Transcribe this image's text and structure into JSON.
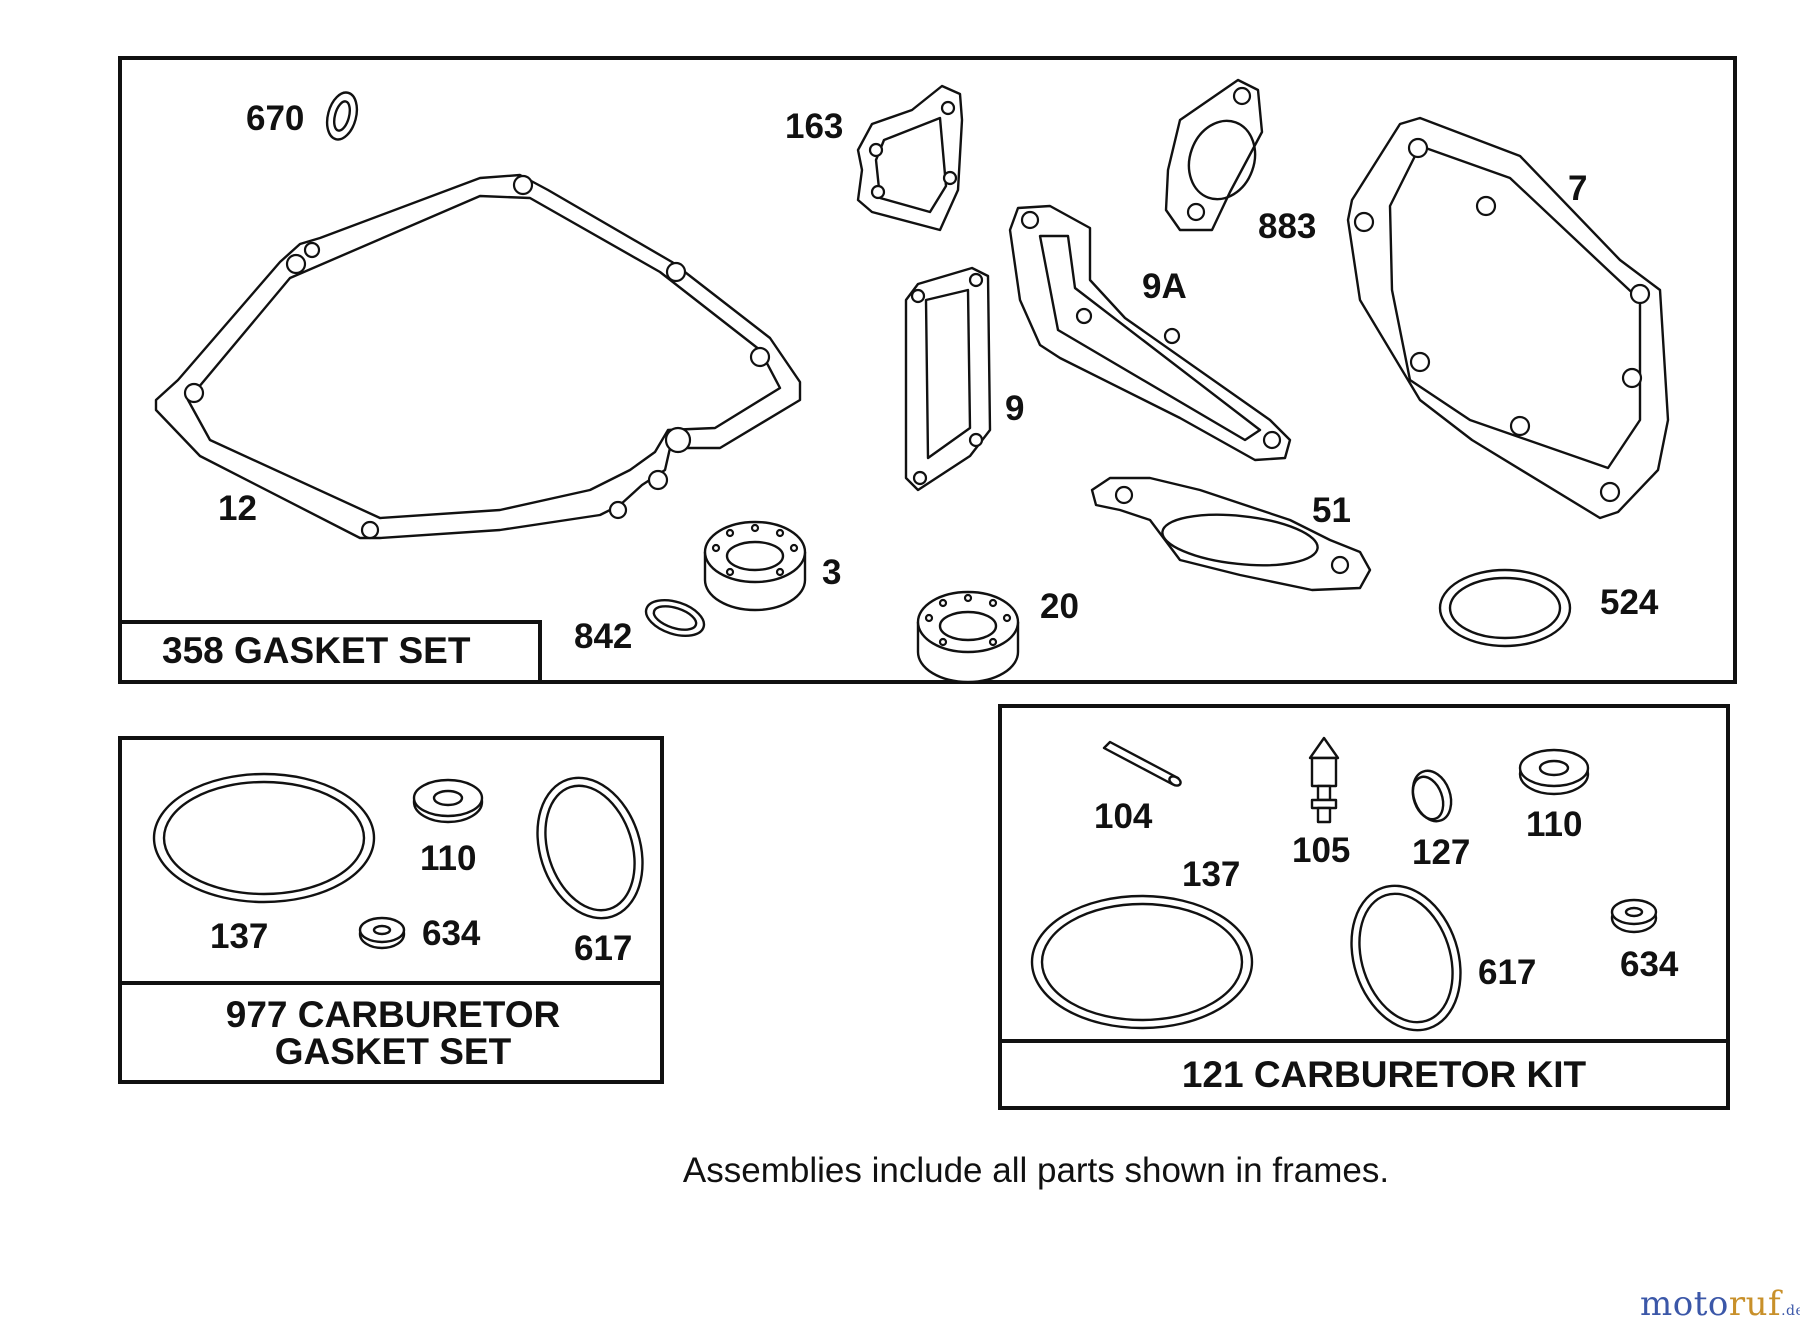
{
  "frames": {
    "gasket_set": {
      "title": "358 GASKET SET"
    },
    "carb_gasket_set": {
      "title_line1": "977 CARBURETOR",
      "title_line2": "GASKET SET"
    },
    "carb_kit": {
      "title": "121 CARBURETOR KIT"
    }
  },
  "parts": {
    "p670": "670",
    "p163": "163",
    "p7": "7",
    "p883": "883",
    "p9A": "9A",
    "p9": "9",
    "p12": "12",
    "p51": "51",
    "p3": "3",
    "p842": "842",
    "p20": "20",
    "p524": "524",
    "c137": "137",
    "c110": "110",
    "c634": "634",
    "c617": "617",
    "k104": "104",
    "k105": "105",
    "k127": "127",
    "k110": "110",
    "k137": "137",
    "k617": "617",
    "k634": "634"
  },
  "note": "Assemblies include all parts shown in frames.",
  "watermark": {
    "part1": "moto",
    "part2": "ruf",
    "suffix": ".de"
  }
}
